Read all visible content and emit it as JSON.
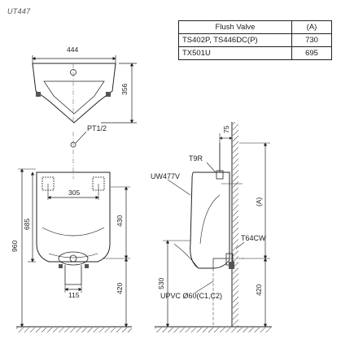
{
  "model_code": "UT447",
  "table": {
    "headers": [
      "Flush Valve",
      "(A)"
    ],
    "rows": [
      {
        "valve": "TS402P, TS446DC(P)",
        "a": "730"
      },
      {
        "valve": "TX501U",
        "a": "695"
      }
    ]
  },
  "top_view": {
    "width": "444",
    "depth": "356"
  },
  "front_view": {
    "pt_label": "PT1/2",
    "bracket_spacing": "305",
    "height_960": "960",
    "height_685": "685",
    "dim_430": "430",
    "dim_420": "420",
    "outlet_115": "115"
  },
  "side_view": {
    "dim_75": "75",
    "t9r": "T9R",
    "uw477v": "UW477V",
    "a": "(A)",
    "t64cw": "T64CW",
    "h530": "530",
    "h420": "420",
    "upvc": "UPVC Ø60(C1,C2)"
  }
}
